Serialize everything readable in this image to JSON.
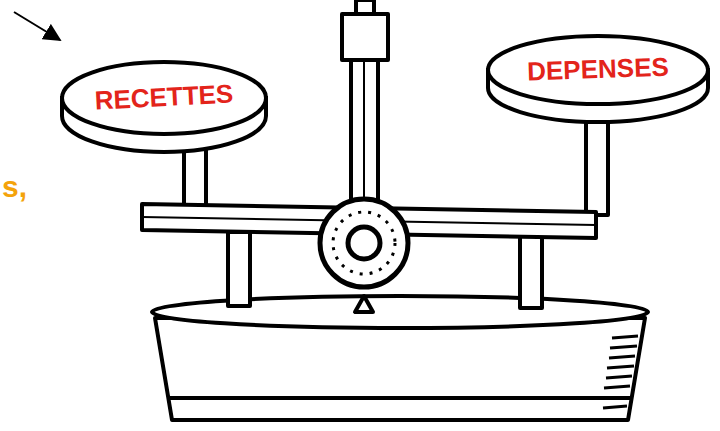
{
  "diagram": {
    "nodes": [
      {
        "text": [
          "RECETTES"
        ]
      },
      {
        "text": [
          "DEPENSES"
        ]
      }
    ],
    "labels": [
      "s,"
    ]
  }
}
